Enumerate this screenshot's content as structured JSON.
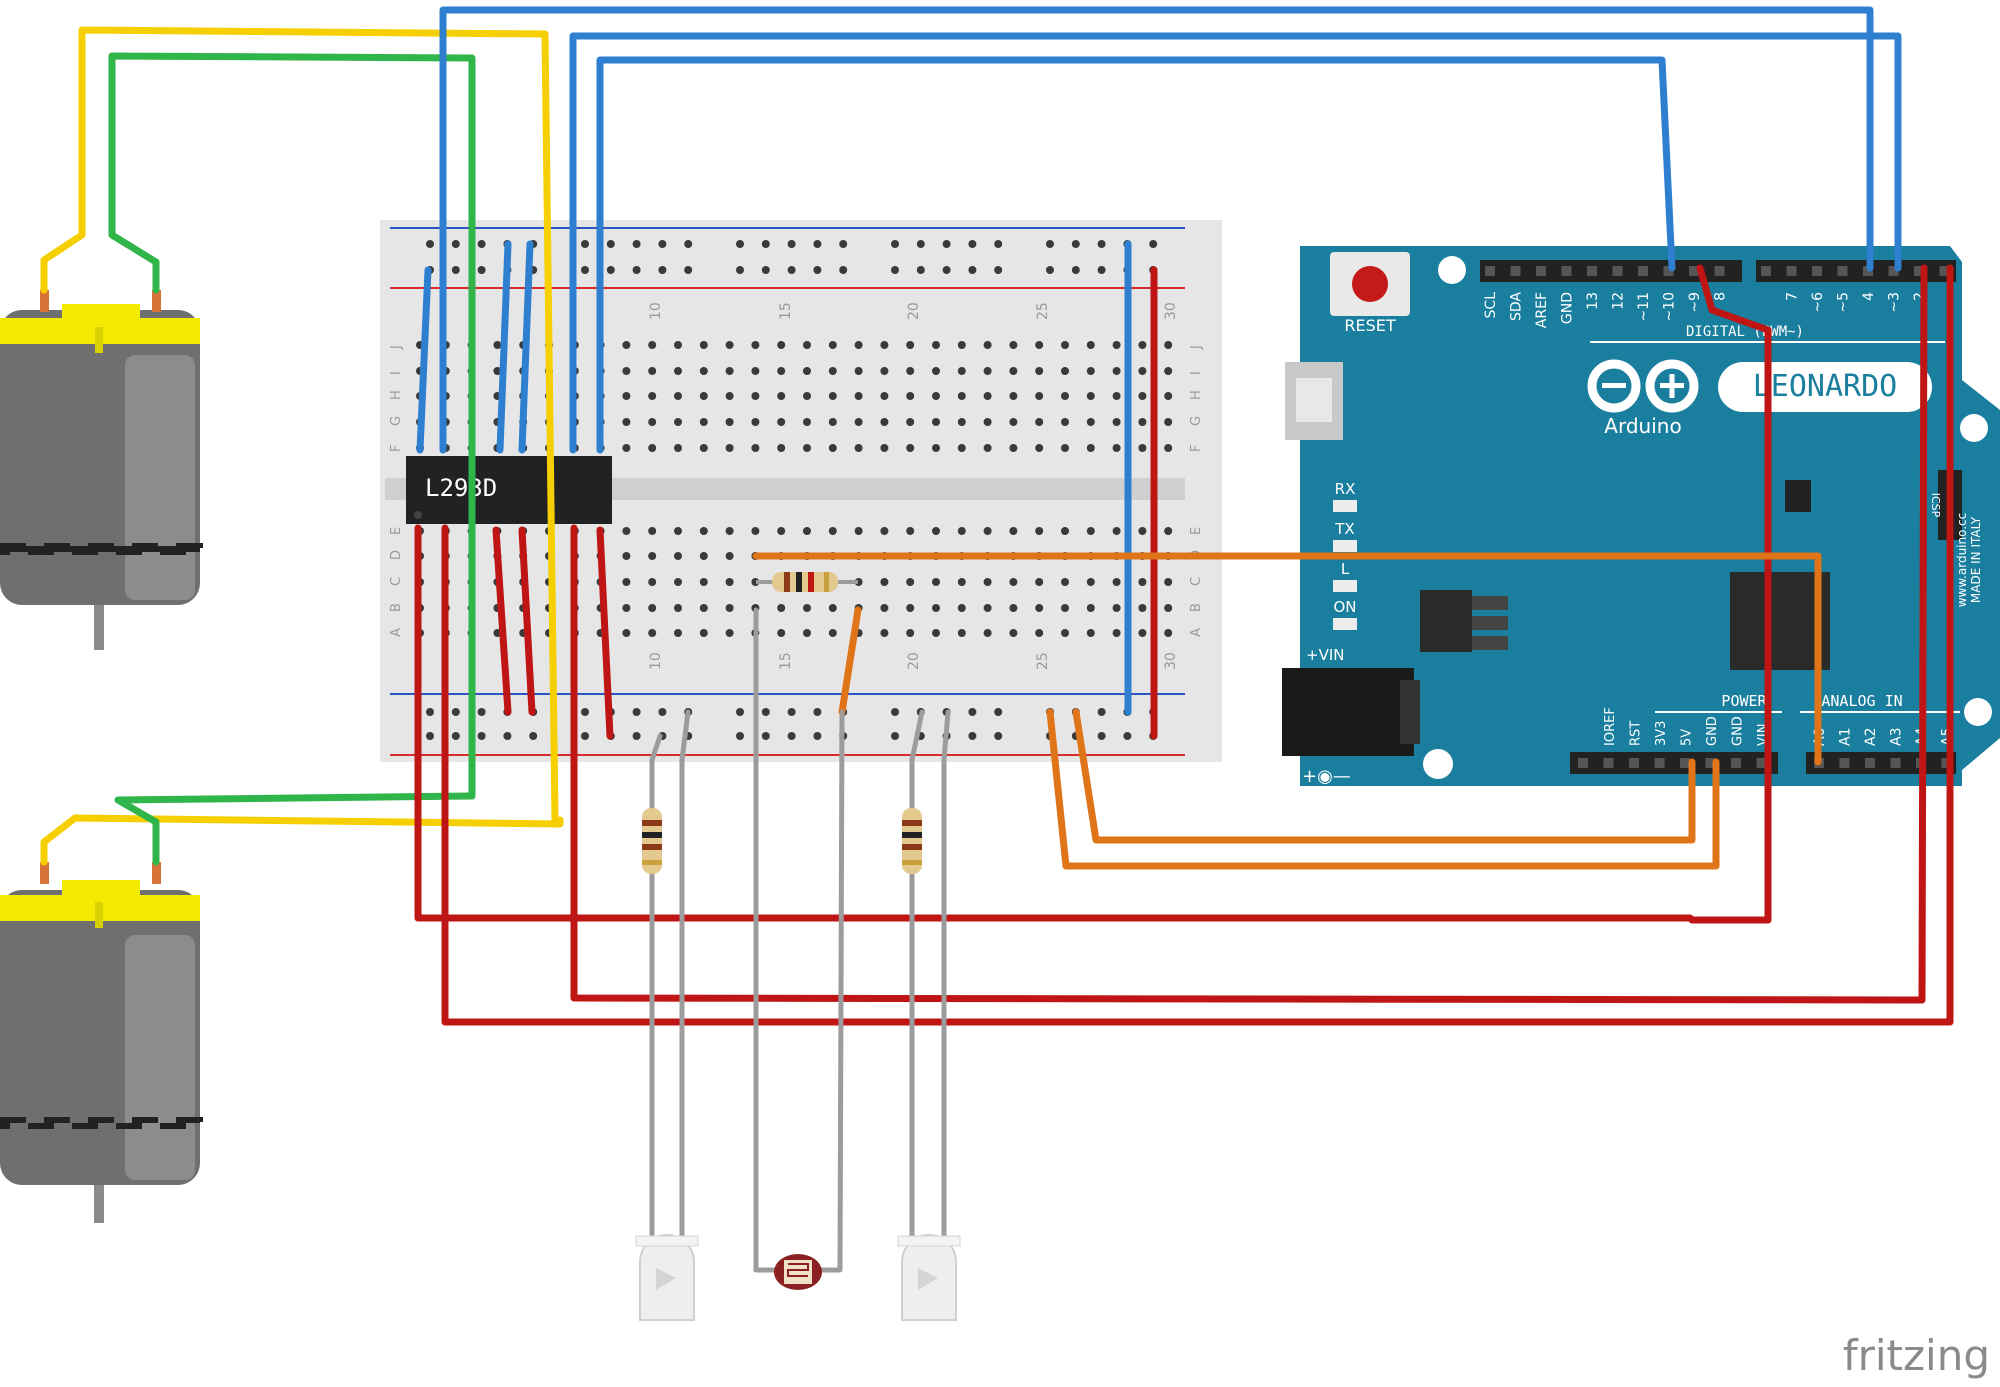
{
  "colors": {
    "wire_blue": "#2f7fd1",
    "wire_red": "#c01515",
    "wire_yellow": "#f5cf00",
    "wire_green": "#2fb54a",
    "wire_orange": "#e07418",
    "wire_grey": "#9c9c9c",
    "board": "#1a7f9e",
    "breadboard": "#e6e6e6",
    "motor_body": "#6f6f6f",
    "motor_cap": "#f2ea00"
  },
  "breadboard": {
    "column_numbers_top": [
      "10",
      "15",
      "20",
      "25",
      "30"
    ],
    "column_numbers_bottom": [
      "10",
      "15",
      "20",
      "25",
      "30"
    ],
    "row_letters_top": [
      "J",
      "I",
      "H",
      "G",
      "F"
    ],
    "row_letters_bottom": [
      "E",
      "D",
      "C",
      "B",
      "A"
    ]
  },
  "chip": {
    "label": "L293D"
  },
  "arduino": {
    "reset_label": "RESET",
    "brand": "Arduino",
    "model": "LEONARDO",
    "digital_header_label": "DIGITAL (PWM~)",
    "power_label": "POWER",
    "analog_label": "ANALOG IN",
    "vin_label": "+VIN",
    "polarity_label": "+◉—",
    "icsp_label": "ICSP",
    "side_text": "www.arduino.cc",
    "side_text_2": "MADE IN ITALY",
    "leds": [
      "RX",
      "TX",
      "L",
      "ON"
    ],
    "digital_pins": [
      "SCL",
      "SDA",
      "AREF",
      "GND",
      "13",
      "12",
      "~11",
      "~10",
      "~9",
      "8",
      "7",
      "~6",
      "~5",
      "4",
      "~3",
      "2"
    ],
    "power_pins": [
      "IOREF",
      "RST",
      "3V3",
      "5V",
      "GND",
      "GND",
      "VIN"
    ],
    "analog_pins": [
      "A0",
      "A1",
      "A2",
      "A3",
      "A4",
      "A5"
    ]
  },
  "watermark": "fritzing"
}
